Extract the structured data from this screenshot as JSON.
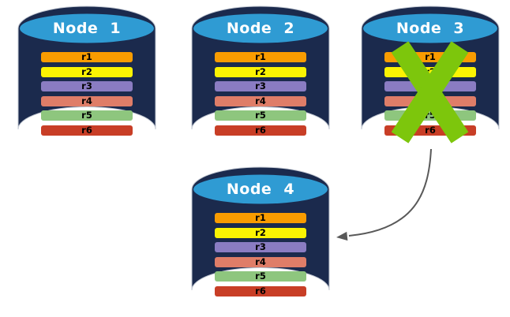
{
  "diagram_type": "database-replication-failover",
  "colors": {
    "background": "#FFFFFF",
    "cylinder_body": "#1B2A4D",
    "cylinder_top": "#2F9BD3",
    "cylinder_outline": "#C3C9D3",
    "node_title_text": "#FFFFFF",
    "replica_text": "#000000",
    "failure_x": "#7DC60C",
    "arrow": "#595959"
  },
  "replica_fills": [
    "#F99C00",
    "#FBF303",
    "#8A7CC2",
    "#DF7D68",
    "#8EC67E",
    "#C83E26"
  ],
  "nodes": [
    {
      "label": "Node 1",
      "failed": false,
      "replicas": [
        "r1",
        "r2",
        "r3",
        "r4",
        "r5",
        "r6"
      ]
    },
    {
      "label": "Node 2",
      "failed": false,
      "replicas": [
        "r1",
        "r2",
        "r3",
        "r4",
        "r5",
        "r6"
      ]
    },
    {
      "label": "Node 3",
      "failed": true,
      "replicas": [
        "r1",
        "r2",
        "r3",
        "r4",
        "r5",
        "r6"
      ]
    },
    {
      "label": "Node 4",
      "failed": false,
      "replicas": [
        "r1",
        "r2",
        "r3",
        "r4",
        "r5",
        "r6"
      ]
    }
  ],
  "icons": {
    "failure_x": "green-cross-x",
    "arrow": "curved-failover-arrow"
  }
}
